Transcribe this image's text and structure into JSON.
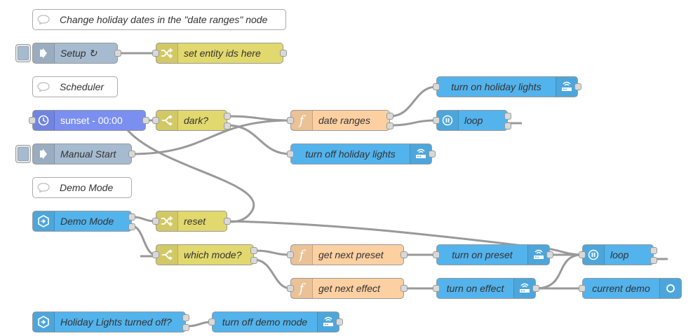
{
  "colors": {
    "inject": "#a6bbcf",
    "switch": "#e2d96e",
    "function": "#fdd0a2",
    "ha": "#53b3ec",
    "time": "#7a8ff0",
    "comment": "#ffffff"
  },
  "nodes": {
    "comment_holiday": {
      "label": "Change holiday dates in the \"date ranges\" node",
      "icon": "comment-icon"
    },
    "setup": {
      "label": "Setup ↻",
      "icon": "inject-arrow-icon"
    },
    "set_entity_ids": {
      "label": "set entity ids here",
      "icon": "change-shuffle-icon"
    },
    "comment_scheduler": {
      "label": "Scheduler",
      "icon": "comment-icon"
    },
    "sunset": {
      "label": "sunset - 00:00",
      "icon": "clock-icon"
    },
    "dark": {
      "label": "dark?",
      "icon": "switch-icon"
    },
    "date_ranges": {
      "label": "date ranges",
      "icon": "function-icon"
    },
    "turn_on_holiday": {
      "label": "turn on holiday lights",
      "icon": "home-assistant-icon"
    },
    "loop1": {
      "label": "loop",
      "icon": "pause-icon"
    },
    "manual_start": {
      "label": "Manual Start",
      "icon": "inject-arrow-icon"
    },
    "turn_off_holiday": {
      "label": "turn off holiday lights",
      "icon": "home-assistant-icon"
    },
    "comment_demo": {
      "label": "Demo Mode",
      "icon": "comment-icon"
    },
    "demo_mode": {
      "label": "Demo Mode",
      "icon": "entity-hex-icon"
    },
    "reset": {
      "label": "reset",
      "icon": "change-shuffle-icon"
    },
    "which_mode": {
      "label": "which mode?",
      "icon": "switch-icon"
    },
    "get_next_preset": {
      "label": "get next preset",
      "icon": "function-icon"
    },
    "turn_on_preset": {
      "label": "turn on preset",
      "icon": "home-assistant-icon"
    },
    "loop2": {
      "label": "loop",
      "icon": "pause-icon"
    },
    "get_next_effect": {
      "label": "get next effect",
      "icon": "function-icon"
    },
    "turn_on_effect": {
      "label": "turn on effect",
      "icon": "home-assistant-icon"
    },
    "current_demo": {
      "label": "current demo",
      "icon": "status-circle-icon"
    },
    "holiday_off_event": {
      "label": "Holiday Lights turned off?",
      "icon": "entity-hex-icon"
    },
    "turn_off_demo": {
      "label": "turn off demo mode",
      "icon": "home-assistant-icon"
    }
  }
}
